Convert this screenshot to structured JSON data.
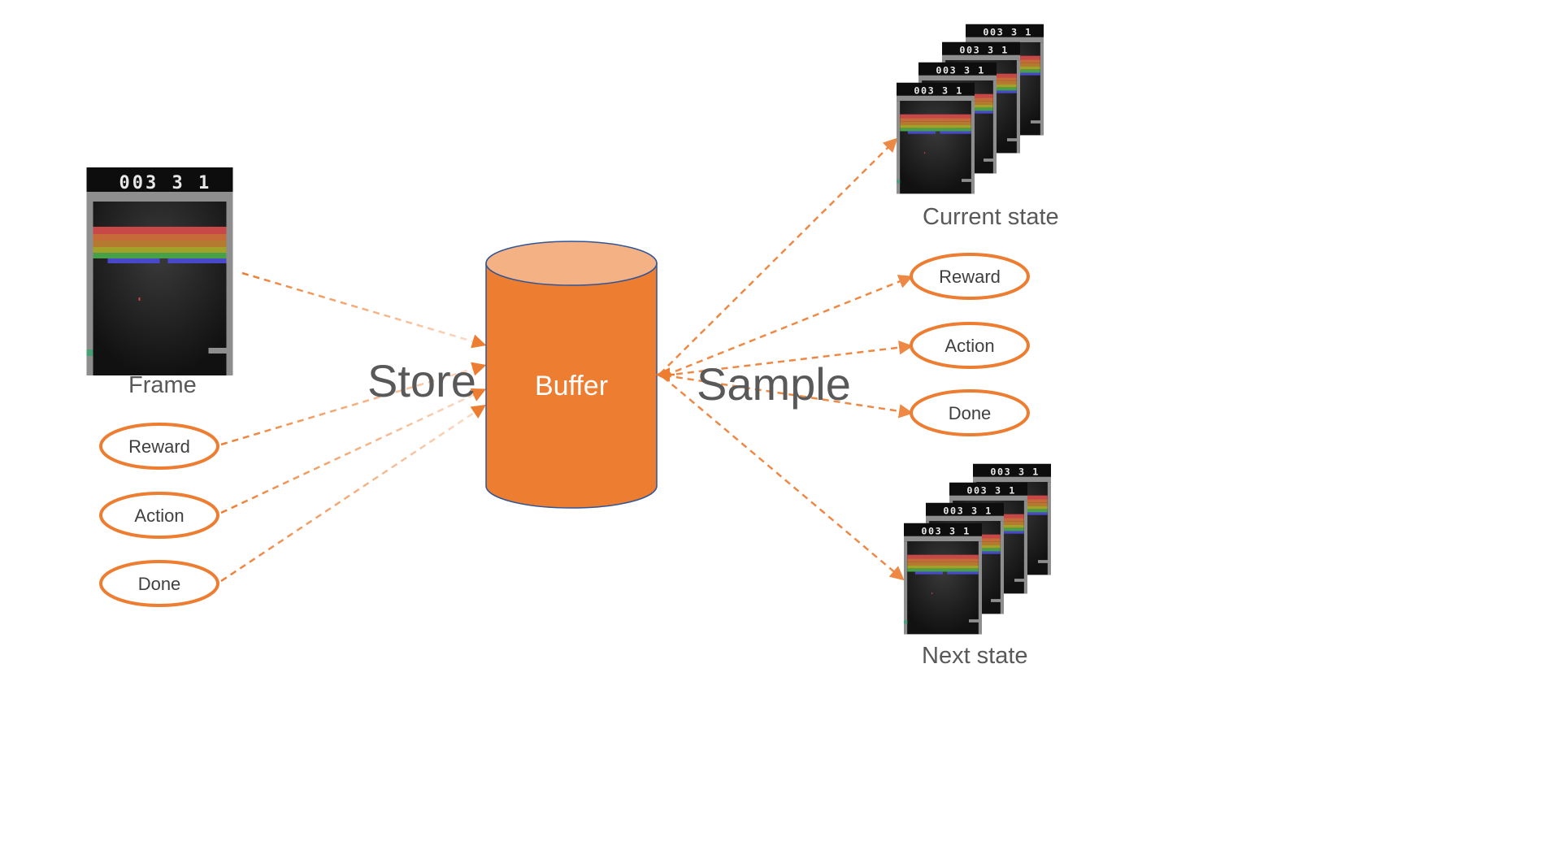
{
  "labels": {
    "frame": "Frame",
    "store": "Store",
    "sample": "Sample",
    "buffer": "Buffer",
    "current_state": "Current state",
    "next_state": "Next state"
  },
  "left_items": [
    "Reward",
    "Action",
    "Done"
  ],
  "right_items": [
    "Reward",
    "Action",
    "Done"
  ],
  "frame_score": "003 3 1",
  "colors": {
    "accent": "#ED7D31",
    "accent_light": "#F4B183",
    "outline": "#2F5597",
    "text": "#595959"
  }
}
